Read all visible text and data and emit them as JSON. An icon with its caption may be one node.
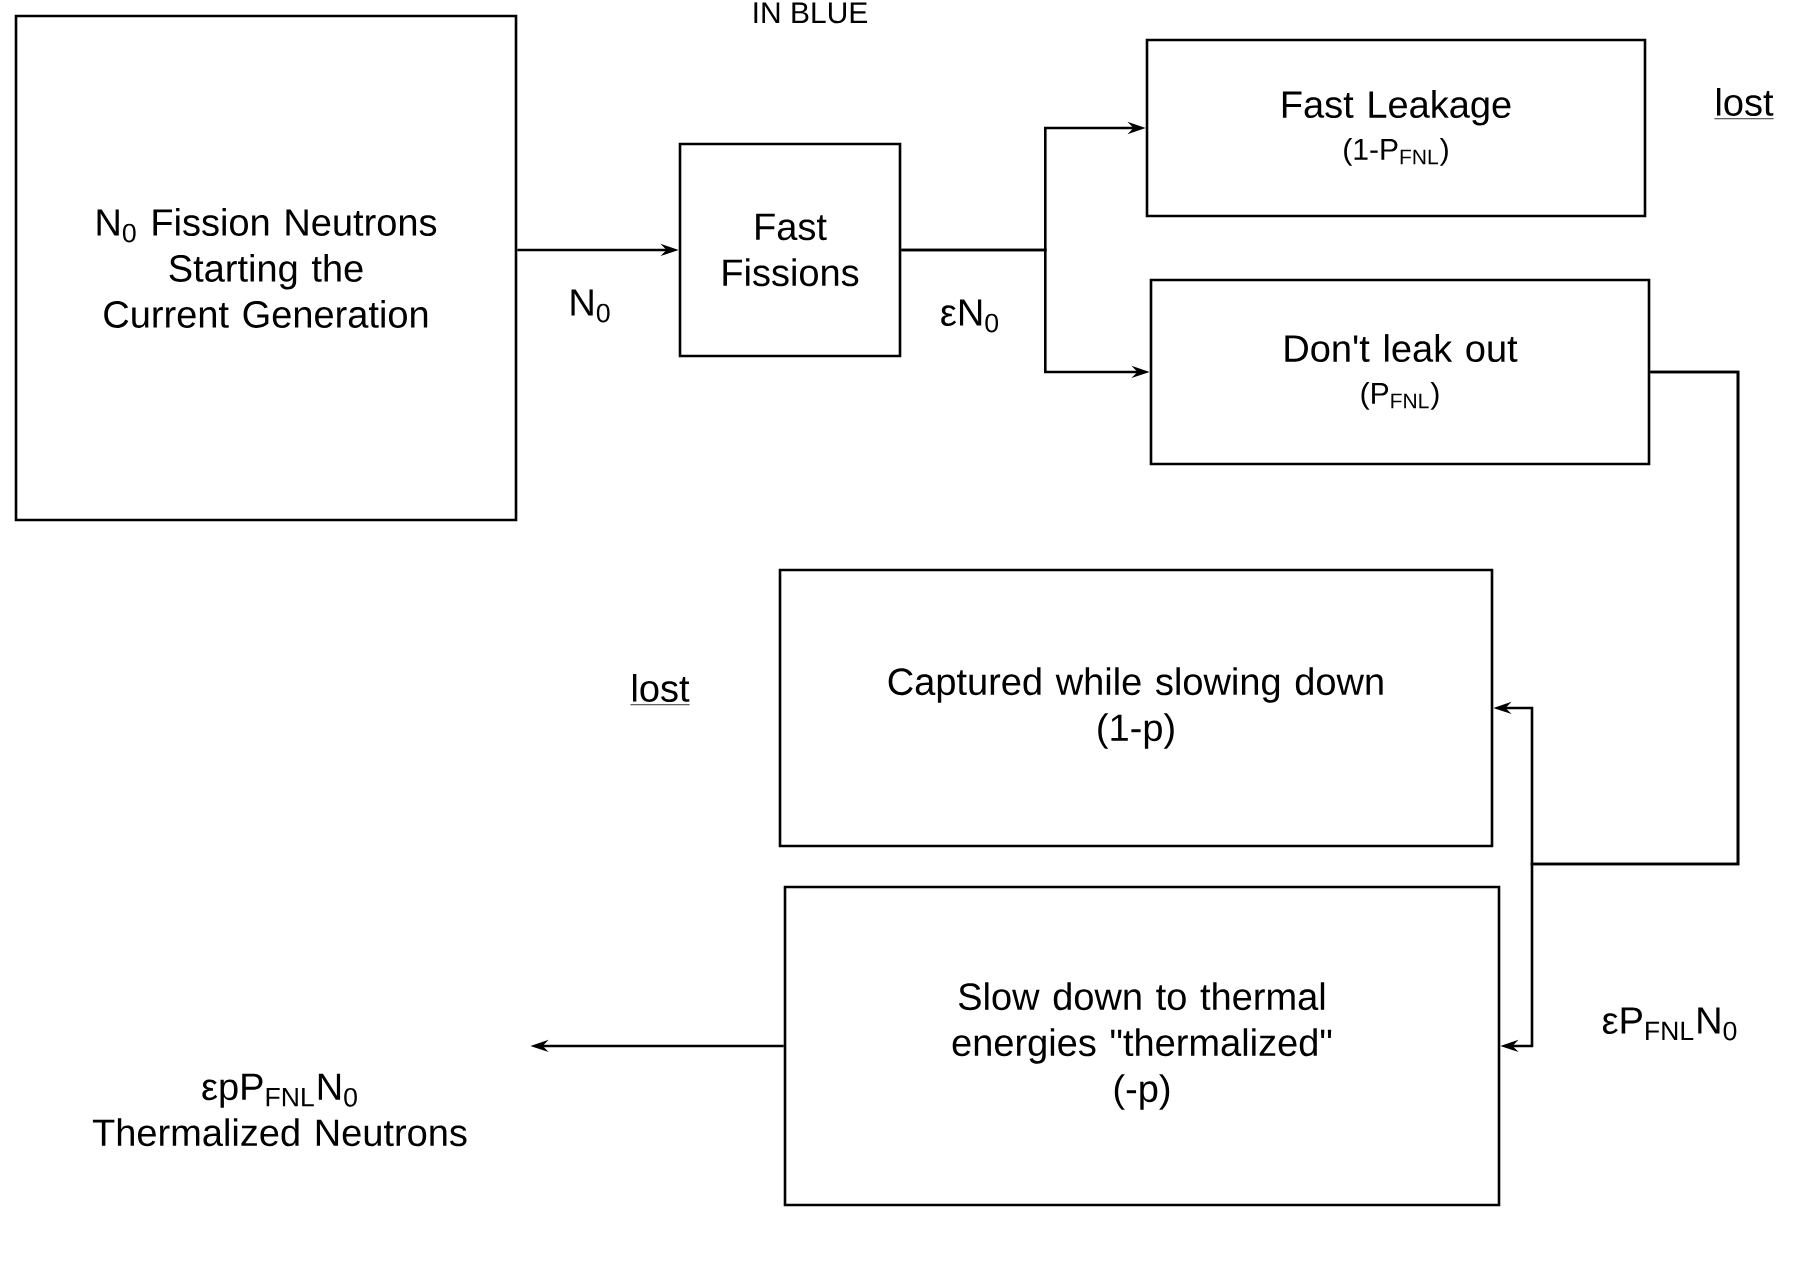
{
  "diagram": {
    "nodes": [
      {
        "text": [
          "N$_{0}$ Fission Neutrons Starting the Current Generation"
        ]
      },
      {
        "text": [
          "Fast Fissions"
        ]
      },
      {
        "text": [
          "Fast Leakage",
          "(1-P$_{FNL}$)"
        ]
      },
      {
        "text": [
          "Don't leak out",
          "(P$_{FNL}$)"
        ]
      },
      {
        "text": [
          "Captured while slowing down",
          "(1-p)"
        ]
      },
      {
        "text": [
          "Slow down to thermal energies \"thermalized\"",
          "(-p)"
        ]
      },
      {
        "text": [
          "εpP$_{FNL}$N$_{0}$",
          "Thermalized Neutrons"
        ]
      }
    ],
    "edges": [
      {
        "from": 0,
        "to": 1,
        "arrow": "to",
        "label": "N$_{0}$"
      },
      {
        "from": 1,
        "to": 2,
        "arrow": "to",
        "label": "εN$_{0}$"
      },
      {
        "from": 1,
        "to": 3,
        "arrow": "to"
      },
      {
        "from": 3,
        "to": 4,
        "arrow": "to",
        "label": "εP$_{FNL}$N$_{0}$"
      },
      {
        "from": 3,
        "to": 5,
        "arrow": "to"
      },
      {
        "from": 5,
        "to": 6,
        "arrow": "to"
      }
    ],
    "labels": [
      "IN BLUE",
      "lost",
      "lost"
    ]
  }
}
